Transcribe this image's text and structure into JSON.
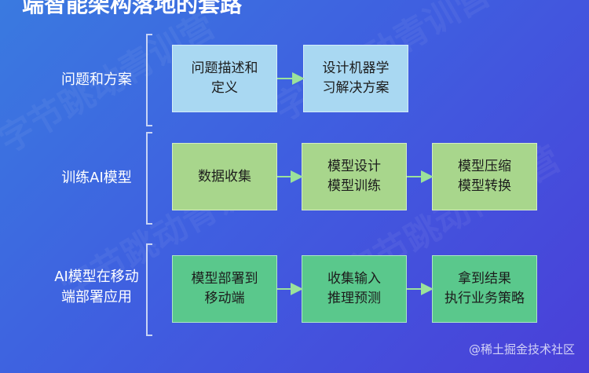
{
  "title": "端智能架构落地的套路",
  "watermark": "字节跳动青训营",
  "credit": "@稀土掘金技术社区",
  "colors": {
    "stage1_box": "#a9d8f2",
    "stage2_box": "#a8d68c",
    "stage3_box": "#5ac88c",
    "arrow": "#9be29b"
  },
  "rows": [
    {
      "label": "问题和方案",
      "boxes": [
        "问题描述和\n定义",
        "设计机器学\n习解决方案"
      ]
    },
    {
      "label": "训练AI模型",
      "boxes": [
        "数据收集",
        "模型设计\n模型训练",
        "模型压缩\n模型转换"
      ]
    },
    {
      "label": "AI模型在移动\n端部署应用",
      "boxes": [
        "模型部署到\n移动端",
        "收集输入\n推理预测",
        "拿到结果\n执行业务策略"
      ]
    }
  ]
}
